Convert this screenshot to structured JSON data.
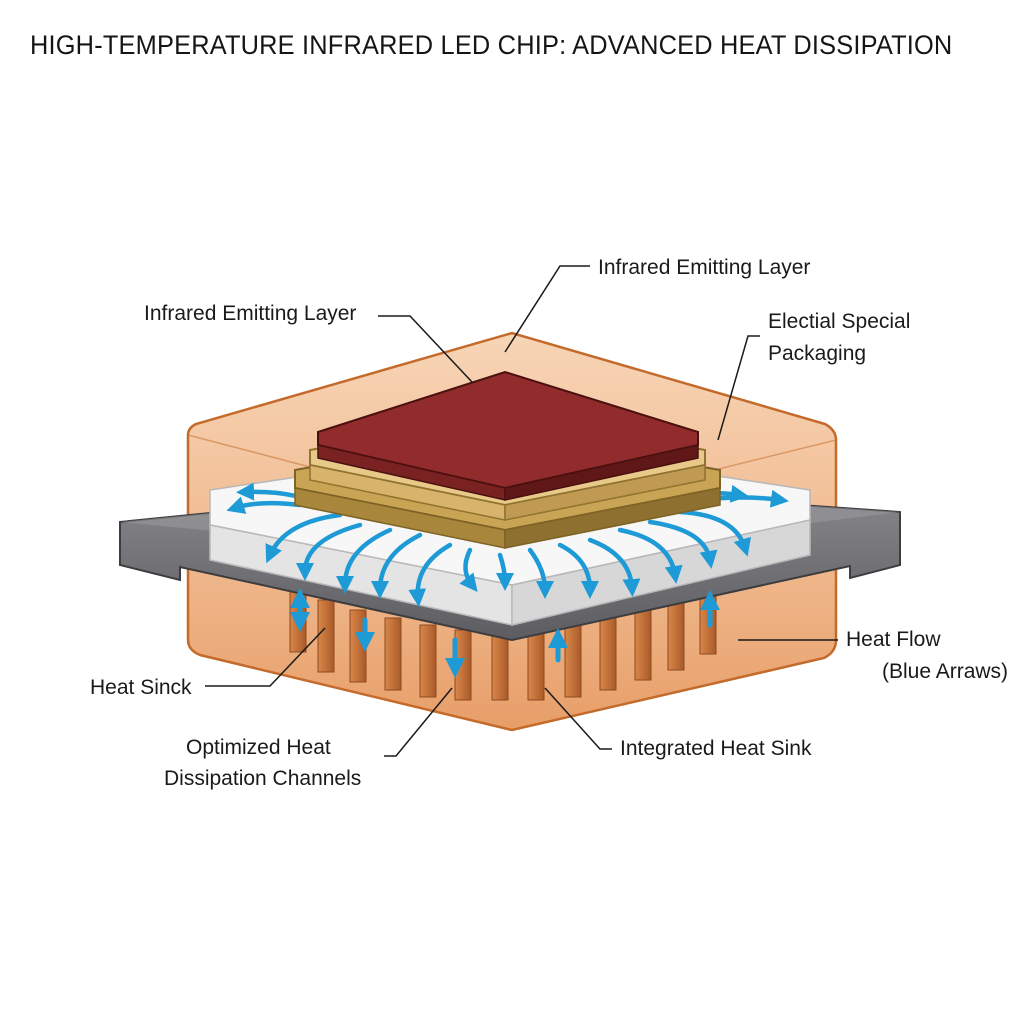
{
  "title": "HIGH-TEMPERATURE INFRARED LED CHIP: ADVANCED HEAT DISSIPATION",
  "labels": {
    "emitting_top": "Infrared Emitting Layer",
    "emitting_left": "Infrared Emitting Layer",
    "packaging_line1": "Electial Special",
    "packaging_line2": "Packaging",
    "heat_flow_line1": "Heat Flow",
    "heat_flow_line2": "(Blue Arraws)",
    "heat_sinck": "Heat Sinck",
    "channels_line1": "Optimized Heat",
    "channels_line2": "Dissipation Channels",
    "integrated_sink": "Integrated Heat Sink"
  },
  "colors": {
    "enclosure": "#e5873e",
    "chip_top": "#8f2a2a",
    "gold_layer": "#d9b56a",
    "substrate": "#f2f2f2",
    "frame": "#6f6f73",
    "heat_arrow": "#1e9ad6",
    "fins": "#c06a34"
  }
}
